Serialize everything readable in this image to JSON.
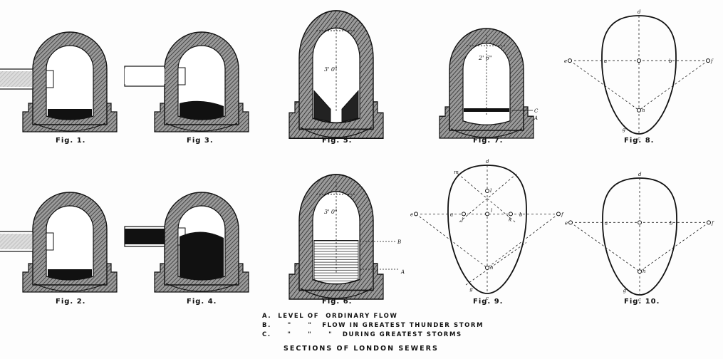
{
  "figures": [
    {
      "id": "fig1",
      "caption": "Fig. 1."
    },
    {
      "id": "fig3",
      "caption": "Fig 3."
    },
    {
      "id": "fig5",
      "caption": "Fig. 5."
    },
    {
      "id": "fig7",
      "caption": "Fig. 7."
    },
    {
      "id": "fig8",
      "caption": "Fig. 8."
    },
    {
      "id": "fig2",
      "caption": "Fig. 2."
    },
    {
      "id": "fig4",
      "caption": "Fig. 4."
    },
    {
      "id": "fig6",
      "caption": "Fig. 6."
    },
    {
      "id": "fig9",
      "caption": "Fig. 9."
    },
    {
      "id": "fig10",
      "caption": "Fig. 10."
    }
  ],
  "dimension_labels": {
    "fig5": "3' 0\"",
    "fig6": "3' 0\"",
    "fig7": "2' 6\""
  },
  "level_marks": {
    "fig6_b": "B",
    "fig6_a": "A",
    "fig7_c": "C",
    "fig7_a": "A"
  },
  "egg_letters": [
    "d",
    "e",
    "a",
    "b",
    "f",
    "h",
    "c",
    "g",
    "i",
    "j",
    "k",
    "l",
    "m"
  ],
  "legend": [
    "A.  LEVEL OF  ORDINARY FLOW",
    "B.     \"     \"   FLOW IN GREATEST THUNDER STORM",
    "C.     \"     \"     \"   DURING GREATEST STORMS"
  ],
  "title": "SECTIONS OF LONDON SEWERS",
  "colors": {
    "ink": "#111111",
    "paper": "#fdfdfd"
  }
}
